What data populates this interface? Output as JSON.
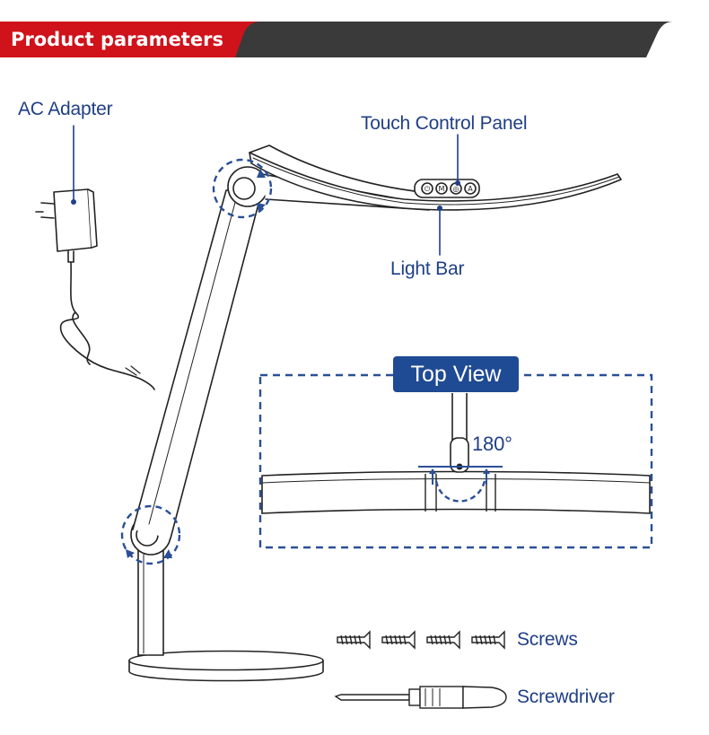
{
  "header": {
    "title": "Product parameters",
    "accent_color": "#d0121b",
    "bar_color": "#3a3a3a"
  },
  "labels": {
    "ac_adapter": "AC Adapter",
    "touch_control_panel": "Touch Control Panel",
    "light_bar": "Light Bar",
    "top_view": "Top View",
    "angle": "180°",
    "screws": "Screws",
    "screwdriver": "Screwdriver"
  },
  "control_buttons": [
    "⏻",
    "M",
    "◎",
    "A"
  ],
  "colors": {
    "label_blue": "#1f3f86",
    "dash_blue": "#2a4f97",
    "line": "#222222"
  },
  "icons": [
    "plug-adapter-icon",
    "screw-icon",
    "screwdriver-icon",
    "rotation-arrow-icon"
  ]
}
